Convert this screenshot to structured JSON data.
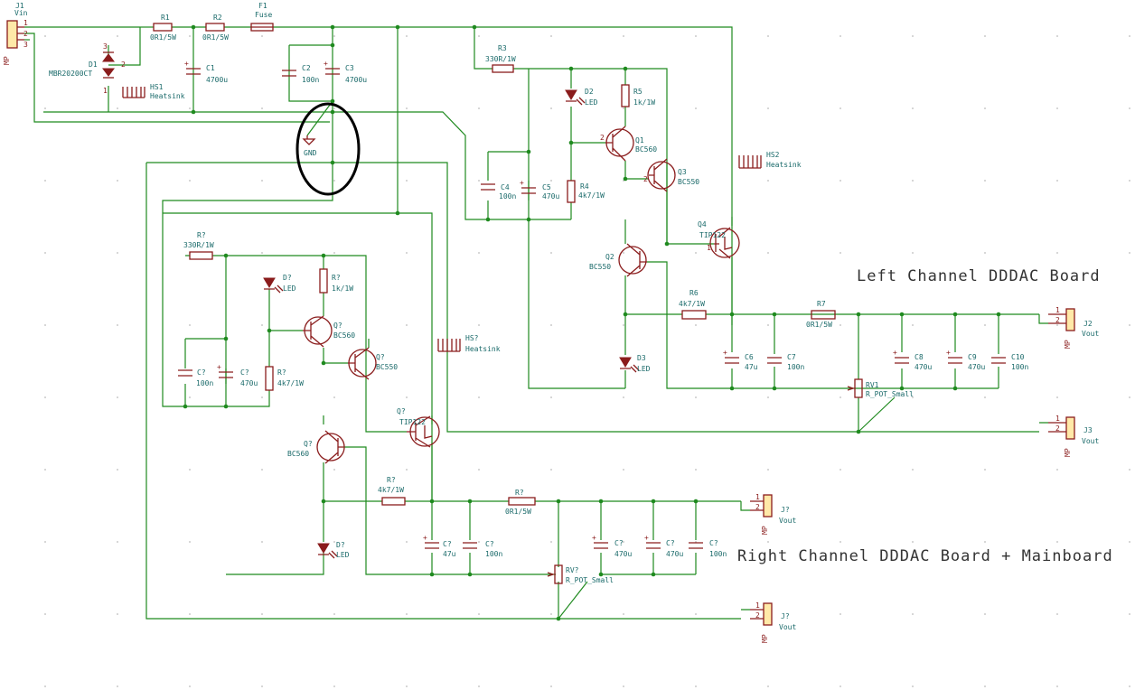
{
  "colors": {
    "wire": "#1f8a1f",
    "component": "#8a1c1c",
    "label": "#1a6a6a",
    "annotation": "#000000"
  },
  "titles": {
    "left": "Left Channel DDDAC Board",
    "right": "Right Channel DDDAC Board + Mainboard"
  },
  "gnd_label": "GND",
  "j1": {
    "ref": "J1",
    "value": "Vin",
    "pins": [
      "1",
      "2",
      "3"
    ]
  },
  "d1": {
    "ref": "D1",
    "value": "MBR20200CT",
    "pins": [
      "3",
      "2",
      "1"
    ]
  },
  "r1": {
    "ref": "R1",
    "value": "0R1/5W"
  },
  "r2": {
    "ref": "R2",
    "value": "0R1/5W"
  },
  "f1": {
    "ref": "F1",
    "value": "Fuse"
  },
  "c1": {
    "ref": "C1",
    "value": "4700u"
  },
  "c2": {
    "ref": "C2",
    "value": "100n"
  },
  "c3": {
    "ref": "C3",
    "value": "4700u"
  },
  "hs1": {
    "ref": "HS1",
    "value": "Heatsink"
  },
  "hs2": {
    "ref": "HS2",
    "value": "Heatsink"
  },
  "hs3": {
    "ref": "HS?",
    "value": "Heatsink"
  },
  "left": {
    "r3": {
      "ref": "R3",
      "value": "330R/1W"
    },
    "d2": {
      "ref": "D2",
      "value": "LED"
    },
    "r5": {
      "ref": "R5",
      "value": "1k/1W"
    },
    "q1": {
      "ref": "Q1",
      "value": "BC560"
    },
    "q3": {
      "ref": "Q3",
      "value": "BC550"
    },
    "c4": {
      "ref": "C4",
      "value": "100n"
    },
    "c5": {
      "ref": "C5",
      "value": "470u"
    },
    "r4": {
      "ref": "R4",
      "value": "4k7/1W"
    },
    "q4": {
      "ref": "Q4",
      "value": "TIP122"
    },
    "q2": {
      "ref": "Q2",
      "value": "BC550"
    },
    "r6": {
      "ref": "R6",
      "value": "4k7/1W"
    },
    "d3": {
      "ref": "D3",
      "value": "LED"
    },
    "c6": {
      "ref": "C6",
      "value": "47u"
    },
    "c7": {
      "ref": "C7",
      "value": "100n"
    },
    "r7": {
      "ref": "R7",
      "value": "0R1/5W"
    },
    "rv1": {
      "ref": "RV1",
      "value": "R_POT_Small"
    },
    "c8": {
      "ref": "C8",
      "value": "470u"
    },
    "c9": {
      "ref": "C9",
      "value": "470u"
    },
    "c10": {
      "ref": "C10",
      "value": "100n"
    },
    "j2": {
      "ref": "J2",
      "value": "Vout"
    },
    "j3": {
      "ref": "J3",
      "value": "Vout"
    }
  },
  "right": {
    "r_a": {
      "ref": "R?",
      "value": "330R/1W"
    },
    "d_a": {
      "ref": "D?",
      "value": "LED"
    },
    "r_b": {
      "ref": "R?",
      "value": "1k/1W"
    },
    "q_a": {
      "ref": "Q?",
      "value": "BC560"
    },
    "q_b": {
      "ref": "Q?",
      "value": "BC550"
    },
    "c_a": {
      "ref": "C?",
      "value": "100n"
    },
    "c_b": {
      "ref": "C?",
      "value": "470u"
    },
    "r_c": {
      "ref": "R?",
      "value": "4k7/1W"
    },
    "q_c": {
      "ref": "Q?",
      "value": "TIP122"
    },
    "q_d": {
      "ref": "Q?",
      "value": "BC560"
    },
    "r_d": {
      "ref": "R?",
      "value": "4k7/1W"
    },
    "d_b": {
      "ref": "D?",
      "value": "LED"
    },
    "c_c": {
      "ref": "C?",
      "value": "47u"
    },
    "c_d": {
      "ref": "C?",
      "value": "100n"
    },
    "r_e": {
      "ref": "R?",
      "value": "0R1/5W"
    },
    "rv": {
      "ref": "RV?",
      "value": "R_POT_Small"
    },
    "c_e": {
      "ref": "C?",
      "value": "470u"
    },
    "c_f": {
      "ref": "C?",
      "value": "470u"
    },
    "c_g": {
      "ref": "C?",
      "value": "100n"
    },
    "j_a": {
      "ref": "J?",
      "value": "Vout"
    },
    "j_b": {
      "ref": "J?",
      "value": "Vout"
    }
  },
  "connector_pins": [
    "1",
    "2"
  ],
  "mount_label": "MP",
  "transistor_pins": [
    "1",
    "2",
    "3"
  ]
}
